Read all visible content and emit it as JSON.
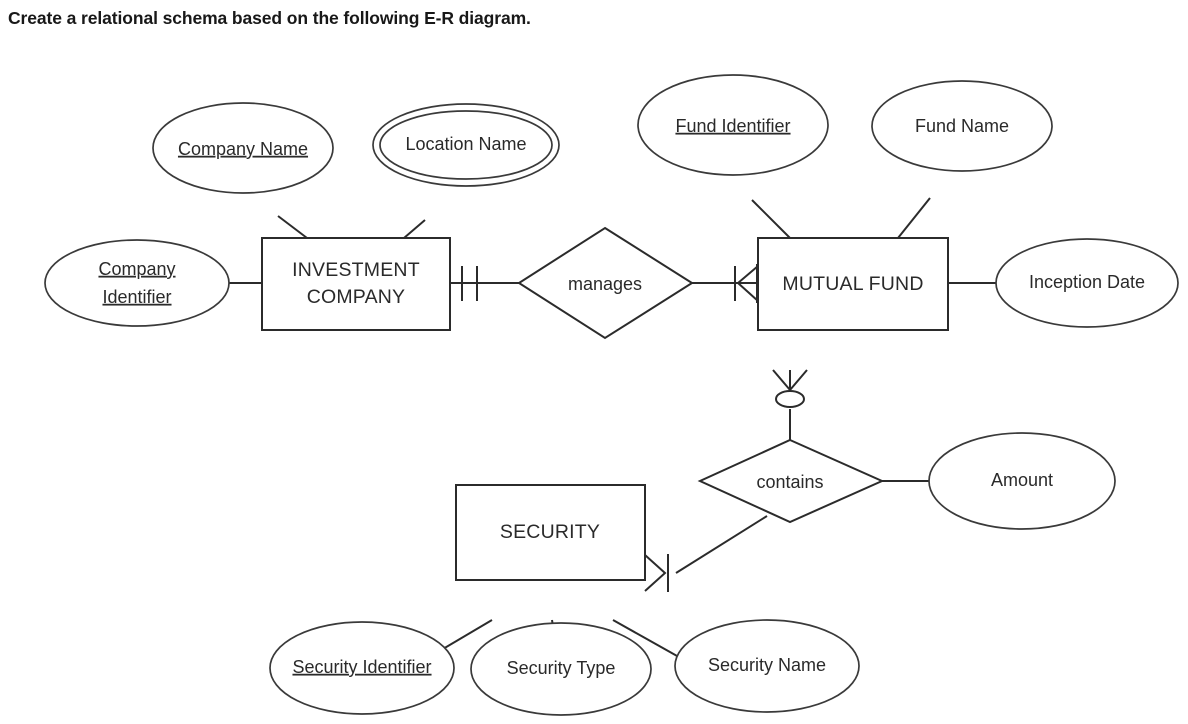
{
  "prompt": {
    "heading": "Create a relational schema based on the following E-R diagram."
  },
  "diagram": {
    "notation": "crow's foot",
    "title": "E-R diagram",
    "colors": {
      "background": "#ffffff",
      "stroke": "#2b2b2b",
      "text": "#2a2a2a"
    },
    "entities": [
      {
        "id": "investment-company",
        "label_line1": "INVESTMENT",
        "label_line2": "COMPANY"
      },
      {
        "id": "mutual-fund",
        "label_line1": "MUTUAL FUND",
        "label_line2": ""
      },
      {
        "id": "security",
        "label_line1": "SECURITY",
        "label_line2": ""
      }
    ],
    "relationships": [
      {
        "id": "manages",
        "label": "manages",
        "from": "INVESTMENT COMPANY",
        "to": "MUTUAL FUND",
        "from_cardinality": "exactly one",
        "to_cardinality": "one or many"
      },
      {
        "id": "contains",
        "label": "contains",
        "from": "MUTUAL FUND",
        "to": "SECURITY",
        "from_cardinality": "zero or many",
        "to_cardinality": "one or many"
      }
    ],
    "attributes": [
      {
        "id": "company-name",
        "label": "Company Name",
        "owner": "INVESTMENT COMPANY",
        "key": true,
        "multivalued": false
      },
      {
        "id": "location-name",
        "label": "Location Name",
        "owner": "INVESTMENT COMPANY",
        "key": false,
        "multivalued": true
      },
      {
        "id": "company-identifier",
        "label_line1": "Company",
        "label_line2": "Identifier",
        "label": "Company Identifier",
        "owner": "INVESTMENT COMPANY",
        "key": true,
        "multivalued": false
      },
      {
        "id": "fund-identifier",
        "label": "Fund Identifier",
        "owner": "MUTUAL FUND",
        "key": true,
        "multivalued": false
      },
      {
        "id": "fund-name",
        "label": "Fund Name",
        "owner": "MUTUAL FUND",
        "key": false,
        "multivalued": false
      },
      {
        "id": "inception-date",
        "label": "Inception Date",
        "owner": "MUTUAL FUND",
        "key": false,
        "multivalued": false
      },
      {
        "id": "amount",
        "label": "Amount",
        "owner": "contains",
        "key": false,
        "multivalued": false
      },
      {
        "id": "security-identifier",
        "label": "Security Identifier",
        "owner": "SECURITY",
        "key": true,
        "multivalued": false
      },
      {
        "id": "security-type",
        "label": "Security Type",
        "owner": "SECURITY",
        "key": false,
        "multivalued": false
      },
      {
        "id": "security-name",
        "label": "Security Name",
        "owner": "SECURITY",
        "key": false,
        "multivalued": false
      }
    ]
  }
}
